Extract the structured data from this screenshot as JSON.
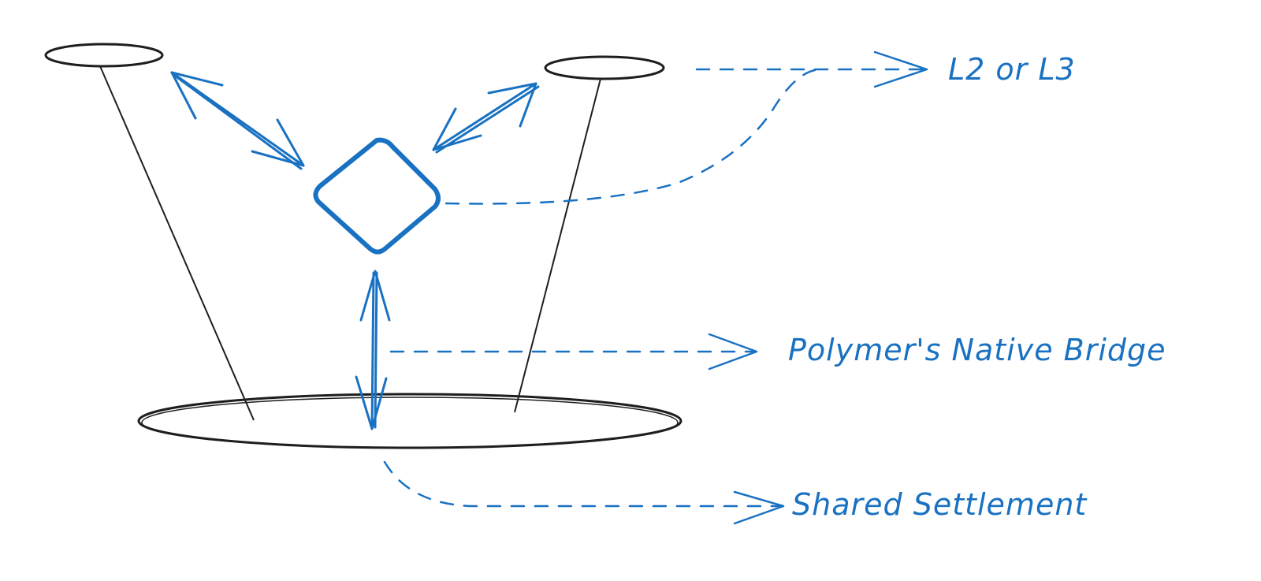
{
  "labels": {
    "l2_l3": "L2 or L3",
    "bridge": "Polymer's Native Bridge",
    "settlement": "Shared Settlement"
  },
  "colors": {
    "accent": "#1971c2",
    "ink": "#1e1e1e"
  }
}
